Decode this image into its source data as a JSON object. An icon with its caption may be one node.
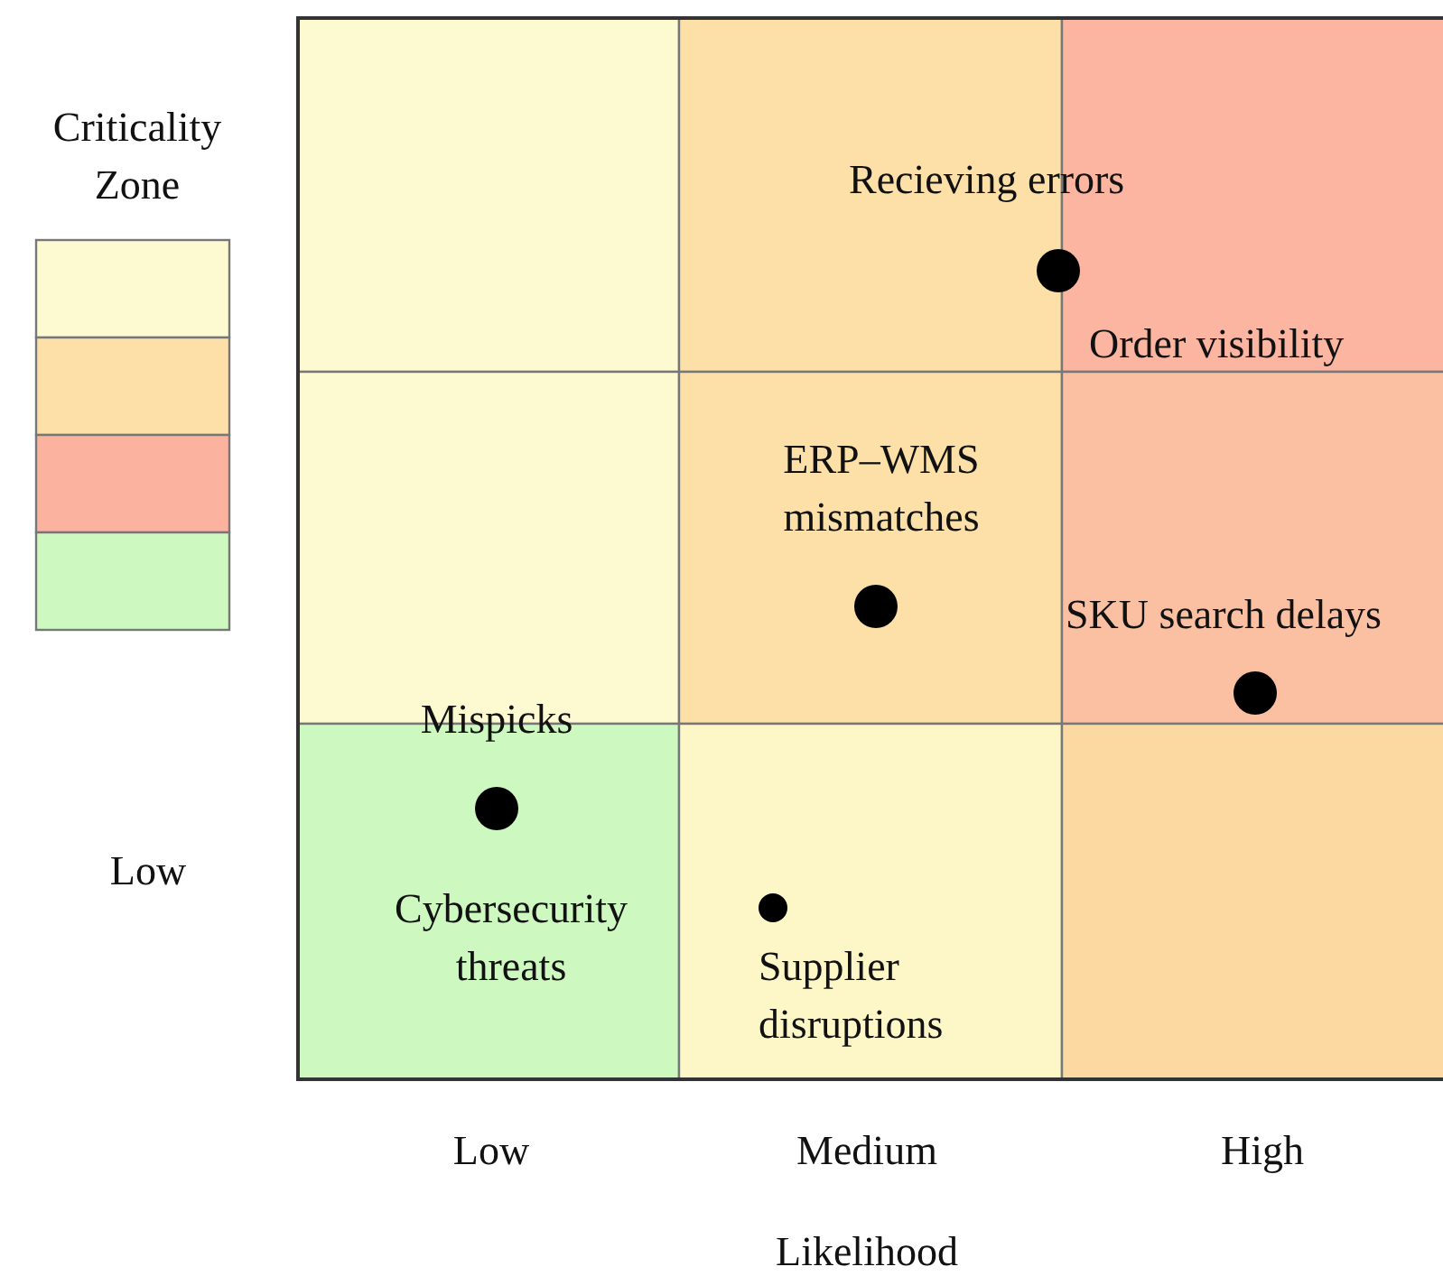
{
  "diagram": {
    "labels": [
      "Criticality Zone",
      "Recieving errors",
      "Order visibility",
      "ERP–WMS mismatches",
      "SKU search delays",
      "Mispicks",
      "Low",
      "Cybersecurity threats",
      "Supplier disruptions",
      "Low",
      "Medium",
      "High",
      "Likelihood"
    ]
  }
}
